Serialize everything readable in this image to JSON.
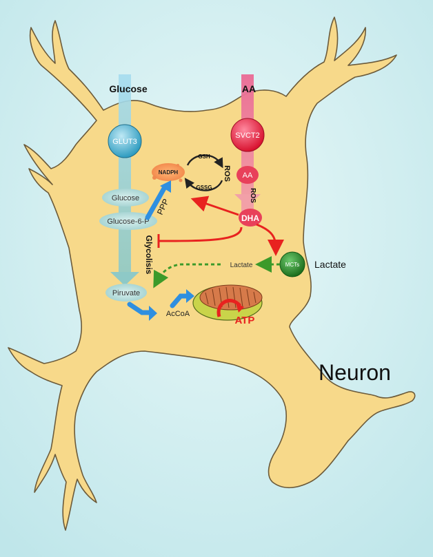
{
  "inputs": {
    "glucose_label": "Glucose",
    "aa_label": "AA",
    "lactate_label": "Lactate"
  },
  "transporters": {
    "glut3": "GLUT3",
    "svct2": "SVCT2",
    "mcts": "MCTs"
  },
  "metabolites": {
    "glucose": "Glucose",
    "glucose6p": "Glucose-6-P",
    "piruvate": "Piruvate",
    "accoa": "AcCoA",
    "aa": "AA",
    "dha": "DHA",
    "lactate": "Lactate",
    "nadph": "NADPH",
    "gsh": "GSH",
    "gssg": "GSSG",
    "atp": "ATP"
  },
  "pathways": {
    "ppp": "PPP",
    "ros_cycle": "ROS",
    "ros_aa": "ROS",
    "glycolisis": "Glycolisis"
  },
  "cell_label": "Neuron",
  "colors": {
    "background": "#cfeef0",
    "cell_fill": "#f7d98a",
    "cell_stroke": "#6b5a3a",
    "glucose_track": "#9fd3e6",
    "aa_track": "#e8578a",
    "red_arrow": "#e8221f",
    "blue_arrow": "#2f8fe0",
    "green_arrow": "#3c9a2a",
    "transporter_blue": "#3aa7c9",
    "transporter_red": "#e3223c",
    "transporter_green": "#2e8a2e"
  }
}
